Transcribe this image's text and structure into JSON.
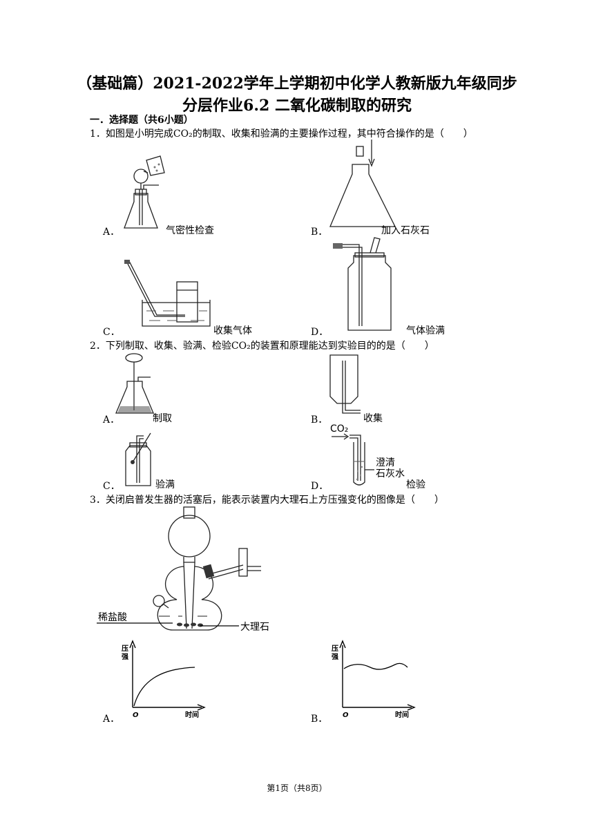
{
  "header": {
    "title_line1": "（基础篇）2021-2022学年上学期初中化学人教新版九年级同步",
    "title_line2": "分层作业6.2 二氧化碳制取的研究"
  },
  "section1": {
    "heading": "一．选择题（共6小题）"
  },
  "questions": [
    {
      "stem": "1．如图是小明完成CO₂的制取、收集和验满的主要操作过程，其中符合操作的是（　　）",
      "options": [
        {
          "label": "A．",
          "caption": "气密性检查"
        },
        {
          "label": "B．",
          "caption": "加入石灰石"
        },
        {
          "label": "C．",
          "caption": "收集气体"
        },
        {
          "label": "D．",
          "caption": "气体验满"
        }
      ]
    },
    {
      "stem": "2．下列制取、收集、验满、检验CO₂的装置和原理能达到实验目的的是（　　）",
      "options": [
        {
          "label": "A．",
          "caption": "制取"
        },
        {
          "label": "B．",
          "caption": "收集"
        },
        {
          "label": "C．",
          "caption": "验满"
        },
        {
          "label": "D．",
          "caption": "检验"
        }
      ],
      "figure_text": {
        "gas": "CO₂",
        "reagent_line1": "澄清",
        "reagent_line2": "石灰水"
      }
    },
    {
      "stem": "3．关闭启普发生器的活塞后，能表示装置内大理石上方压强变化的图像是（　　）",
      "figure_text": {
        "acid": "稀盐酸",
        "marble": "大理石"
      },
      "options": [
        {
          "label": "A．"
        },
        {
          "label": "B．"
        }
      ],
      "graph_text": {
        "ylabel_1": "压",
        "ylabel_2": "强",
        "origin": "O",
        "xlabel": "时间"
      }
    }
  ],
  "footer": {
    "text": "第1页（共8页）"
  }
}
